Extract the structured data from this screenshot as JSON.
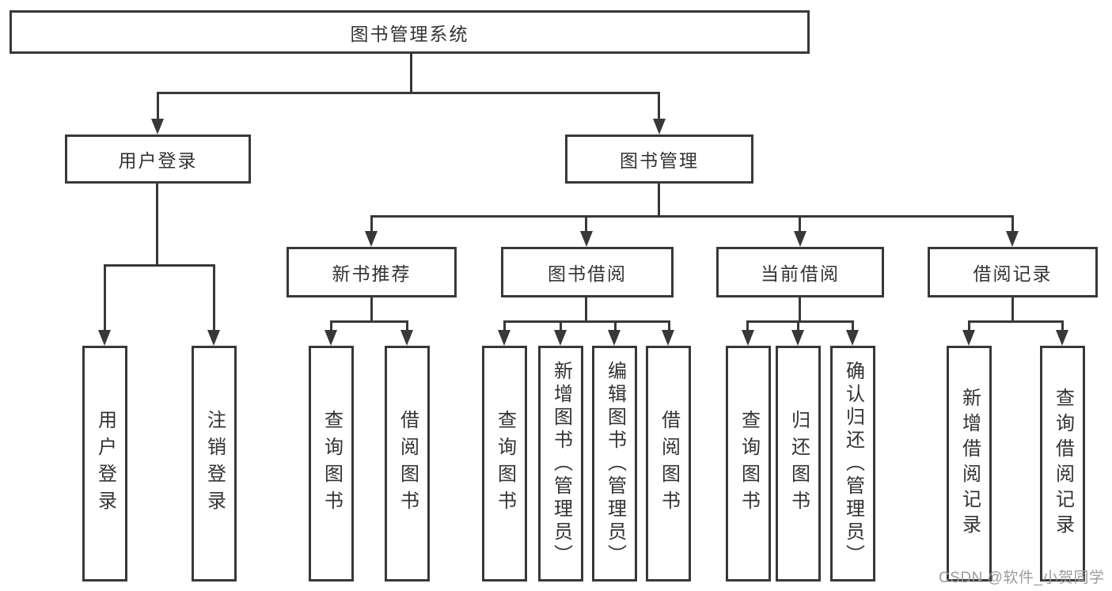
{
  "nodes": {
    "root": {
      "label": "图书管理系统"
    },
    "level2": [
      {
        "label": "用户登录"
      },
      {
        "label": "图书管理"
      }
    ],
    "level3": [
      {
        "label": "新书推荐"
      },
      {
        "label": "图书借阅"
      },
      {
        "label": "当前借阅"
      },
      {
        "label": "借阅记录"
      }
    ],
    "leaves": [
      {
        "label": "用户登录"
      },
      {
        "label": "注销登录"
      },
      {
        "label": "查询图书"
      },
      {
        "label": "借阅图书"
      },
      {
        "label": "查询图书"
      },
      {
        "label": "新增图书（管理员）"
      },
      {
        "label": "编辑图书（管理员）"
      },
      {
        "label": "借阅图书"
      },
      {
        "label": "查询图书"
      },
      {
        "label": "归还图书"
      },
      {
        "label": "确认归还（管理员）"
      },
      {
        "label": "新增借阅记录"
      },
      {
        "label": "查询借阅记录"
      }
    ]
  },
  "watermark": {
    "text": "CSDN @软件_小贺同学"
  },
  "colors": {
    "line": "#383838",
    "text": "#333333",
    "watermark": "#9c9c9c",
    "background": "#ffffff"
  }
}
